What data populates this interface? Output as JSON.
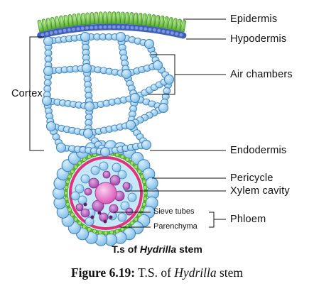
{
  "diagram": {
    "subtitle": {
      "prefix": "T.s  of ",
      "species": "Hydrilla",
      "suffix": " stem"
    },
    "caption": {
      "label": "Figure 6.19:",
      "text_pre": " T.S. of ",
      "species": "Hydrilla",
      "text_post": " stem"
    },
    "labels": {
      "epidermis": "Epidermis",
      "hypodermis": "Hypodermis",
      "air_chambers": "Air chambers",
      "cortex": "Cortex",
      "endodermis": "Endodermis",
      "pericycle": "Pericycle",
      "xylem_cavity": "Xylem cavity",
      "sieve_tubes": "Sieve tubes",
      "parenchyma": "Parenchyma",
      "phloem": "Phloem"
    },
    "colors": {
      "epidermis": "#6cbf45",
      "hypodermis": "#3f5fb8",
      "cortex_cells": "#8ec7ec",
      "cortex_outline": "#3d7eb3",
      "pericycle": "#e0337a",
      "xylem_cavity": "#e86cc6",
      "phloem": "#b45bb8"
    }
  }
}
